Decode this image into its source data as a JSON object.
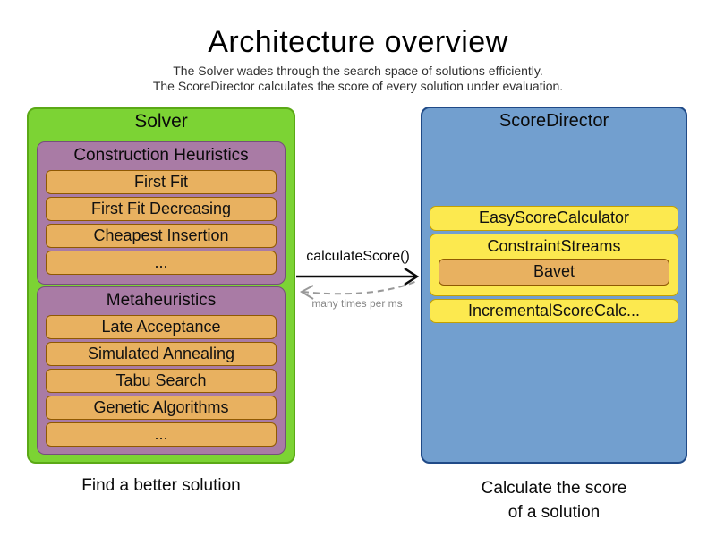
{
  "title": "Architecture overview",
  "subtitle": {
    "line1": "The Solver wades through the search space of solutions efficiently.",
    "line2": "The ScoreDirector calculates the score of every solution under evaluation."
  },
  "solver": {
    "label": "Solver",
    "caption": "Find a better solution",
    "groups": [
      {
        "label": "Construction Heuristics",
        "items": [
          "First Fit",
          "First Fit Decreasing",
          "Cheapest Insertion",
          "..."
        ]
      },
      {
        "label": "Metaheuristics",
        "items": [
          "Late Acceptance",
          "Simulated Annealing",
          "Tabu Search",
          "Genetic Algorithms",
          "..."
        ]
      }
    ]
  },
  "score_director": {
    "label": "ScoreDirector",
    "caption_line1": "Calculate the score",
    "caption_line2": "of a solution",
    "calculators": [
      {
        "label": "EasyScoreCalculator"
      },
      {
        "label": "ConstraintStreams",
        "sub_label": "Bavet"
      },
      {
        "label": "IncrementalScoreCalc..."
      }
    ]
  },
  "interaction": {
    "call_label": "calculateScore()",
    "return_label": "many times per ms"
  },
  "colors": {
    "green_fill": "#7cd334",
    "green_border": "#5ba916",
    "purple_fill": "#a97ba5",
    "purple_border": "#75507b",
    "orange_fill": "#e8b160",
    "orange_border": "#8f5902",
    "yellow_fill": "#fce94f",
    "yellow_border": "#c4a000",
    "blue_fill": "#729fcf",
    "blue_border": "#204a87",
    "arrow_black": "#0a0a0a",
    "arrow_gray": "#999999"
  }
}
